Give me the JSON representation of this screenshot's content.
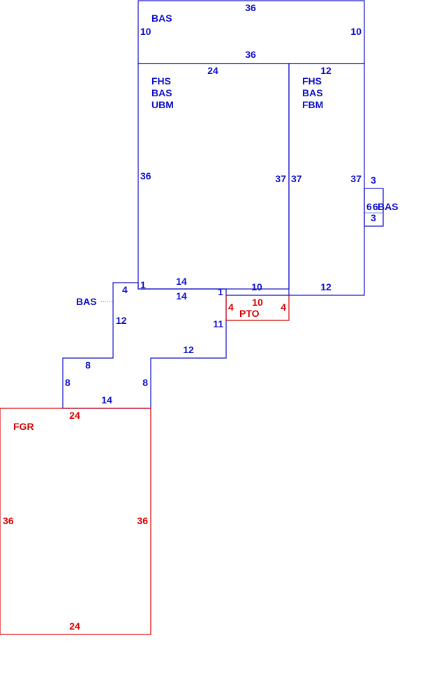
{
  "colors": {
    "primary": "#1010c8",
    "secondary": "#d80000"
  },
  "areas": {
    "top_bas": {
      "codes": [
        "BAS"
      ]
    },
    "left_main": {
      "codes": [
        "FHS",
        "BAS",
        "UBM"
      ]
    },
    "right_main": {
      "codes": [
        "FHS",
        "BAS",
        "FBM"
      ]
    },
    "bay": {
      "codes": [
        "BAS"
      ]
    },
    "stair_bas": {
      "codes": [
        "BAS"
      ]
    },
    "patio": {
      "codes": [
        "PTO"
      ]
    },
    "garage": {
      "codes": [
        "FGR"
      ]
    }
  },
  "dimensions": {
    "top_width_top": "36",
    "top_left_side": "10",
    "top_right_side": "10",
    "top_width_bottom": "36",
    "left_main_top": "24",
    "left_main_left": "36",
    "left_main_right": "37",
    "left_main_bottom": "14",
    "right_main_top": "12",
    "right_main_left": "37",
    "right_main_right": "37",
    "right_main_bottom": "12",
    "bay_top": "3",
    "bay_left": "6",
    "bay_right": "6",
    "bay_bottom": "3",
    "step_small_a": "4",
    "step_small_b": "1",
    "step_small_c": "1",
    "mid_width_14": "14",
    "mid_segment_10": "10",
    "stair_12": "12",
    "stair_11": "11",
    "stair_bottom_12": "12",
    "lower_8_top": "8",
    "lower_8_left": "8",
    "lower_8_right": "8",
    "lower_14": "14",
    "patio_top": "10",
    "patio_left": "4",
    "patio_right": "4",
    "garage_top": "24",
    "garage_left": "36",
    "garage_right": "36",
    "garage_bottom": "24"
  }
}
